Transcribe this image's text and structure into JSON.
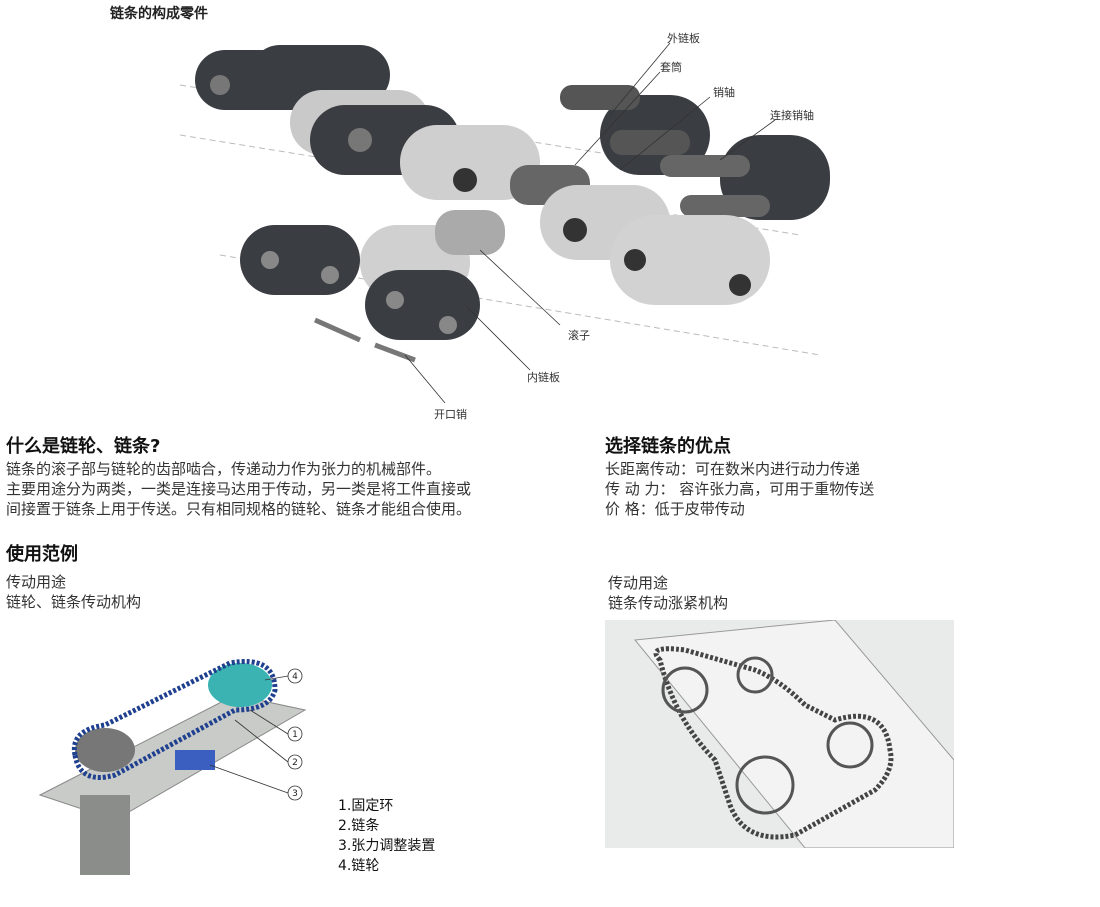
{
  "parts_diagram": {
    "title": "链条的构成零件",
    "labels": {
      "outer_plate": "外链板",
      "bushing": "套筒",
      "pin": "销轴",
      "connecting_pin": "连接销轴",
      "roller": "滚子",
      "inner_plate": "内链板",
      "cotter_pin": "开口销"
    }
  },
  "what_is": {
    "heading": "什么是链轮、链条?",
    "lines": [
      "链条的滚子部与链轮的齿部啮合，传递动力作为张力的机械部件。",
      "主要用途分为两类，一类是连接马达用于传动，另一类是将工件直接或",
      "间接置于链条上用于传送。只有相同规格的链轮、链条才能组合使用。"
    ]
  },
  "advantages": {
    "heading": "选择链条的优点",
    "lines": [
      "长距离传动：可在数米内进行动力传递",
      "传 动 力： 容许张力高，可用于重物传送",
      "价 格：低于皮带传动"
    ]
  },
  "examples": {
    "heading": "使用范例",
    "left": {
      "caption1": "传动用途",
      "caption2": "链轮、链条传动机构",
      "callouts": [
        "1",
        "2",
        "3",
        "4"
      ]
    },
    "right": {
      "caption1": "传动用途",
      "caption2": "链条传动涨紧机构"
    },
    "legend": [
      "1.固定环",
      "2.链条",
      "3.张力调整装置",
      "4.链轮"
    ]
  }
}
